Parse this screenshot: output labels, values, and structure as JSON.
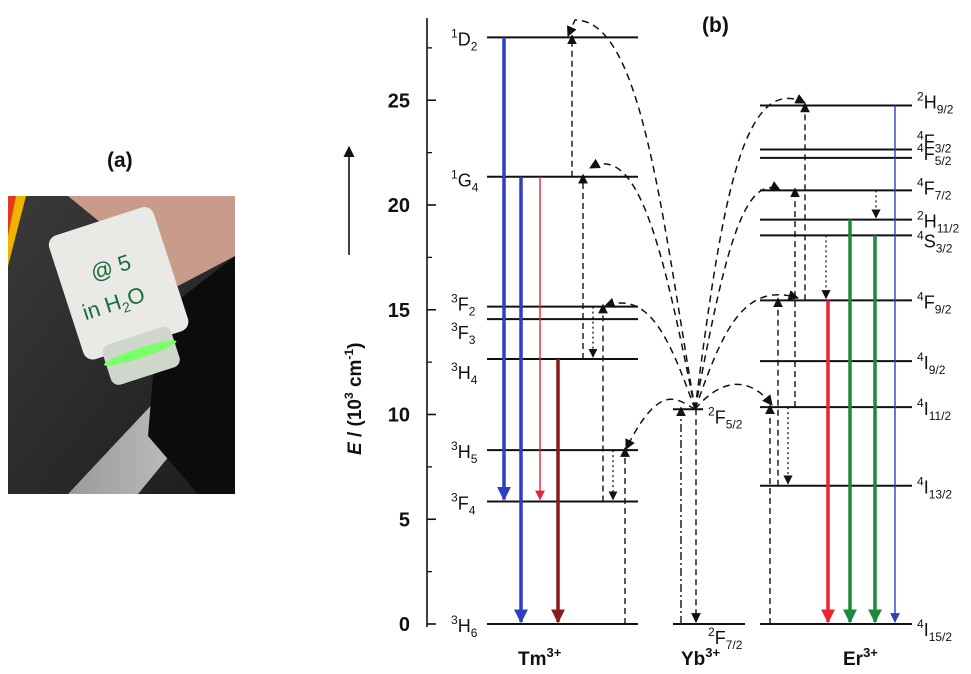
{
  "panel_a": {
    "label": "(a)",
    "photo_label_line1": "@ 5",
    "photo_label_line2": "in H",
    "photo_label_sub": "2",
    "photo_label_o": "O"
  },
  "panel_b": {
    "label": "(b)"
  },
  "axis": {
    "label_e": "E",
    "label_unit_open": " / (10",
    "label_unit_exp": "3",
    "label_unit_mid": " cm",
    "label_unit_inv": "-1",
    "label_unit_close": ")",
    "ticks": [
      "0",
      "5",
      "10",
      "15",
      "20",
      "25"
    ],
    "range": [
      0,
      28
    ]
  },
  "ions": {
    "tm": {
      "base": "Tm",
      "charge": "3+"
    },
    "yb": {
      "base": "Yb",
      "charge": "3+"
    },
    "er": {
      "base": "Er",
      "charge": "3+"
    }
  },
  "tm_levels": [
    {
      "sup": "1",
      "term": "D",
      "sub": "2",
      "energy": 28.0
    },
    {
      "sup": "1",
      "term": "G",
      "sub": "4",
      "energy": 21.35
    },
    {
      "sup": "3",
      "term": "F",
      "sub": "2",
      "energy": 15.15
    },
    {
      "sup": "3",
      "term": "F",
      "sub": "3",
      "energy": 14.55
    },
    {
      "sup": "3",
      "term": "H",
      "sub": "4",
      "energy": 12.65
    },
    {
      "sup": "3",
      "term": "H",
      "sub": "5",
      "energy": 8.3
    },
    {
      "sup": "3",
      "term": "F",
      "sub": "4",
      "energy": 5.85
    },
    {
      "sup": "3",
      "term": "H",
      "sub": "6",
      "energy": 0.0
    }
  ],
  "yb_levels": [
    {
      "sup": "2",
      "term": "F",
      "sub": "5/2",
      "energy": 10.25
    },
    {
      "sup": "2",
      "term": "F",
      "sub": "7/2",
      "energy": 0.0
    }
  ],
  "er_levels": [
    {
      "sup": "2",
      "term": "H",
      "sub": "9/2",
      "energy": 24.75
    },
    {
      "sup": "4",
      "term": "F",
      "sub": "3/2",
      "energy": 22.65
    },
    {
      "sup": "4",
      "term": "F",
      "sub": "5/2",
      "energy": 22.25
    },
    {
      "sup": "4",
      "term": "F",
      "sub": "7/2",
      "energy": 20.7
    },
    {
      "sup": "2",
      "term": "H",
      "sub": "11/2",
      "energy": 19.3
    },
    {
      "sup": "4",
      "term": "S",
      "sub": "3/2",
      "energy": 18.55
    },
    {
      "sup": "4",
      "term": "F",
      "sub": "9/2",
      "energy": 15.45
    },
    {
      "sup": "4",
      "term": "I",
      "sub": "9/2",
      "energy": 12.55
    },
    {
      "sup": "4",
      "term": "I",
      "sub": "11/2",
      "energy": 10.35
    },
    {
      "sup": "4",
      "term": "I",
      "sub": "13/2",
      "energy": 6.6
    },
    {
      "sup": "4",
      "term": "I",
      "sub": "15/2",
      "energy": 0.0
    }
  ],
  "emission_colors": {
    "blue": "#2f3fc0",
    "red": "#ee2233",
    "darkred": "#8b1a1a",
    "green": "#1b8a3c",
    "photo_glow": "#7cff6a"
  }
}
